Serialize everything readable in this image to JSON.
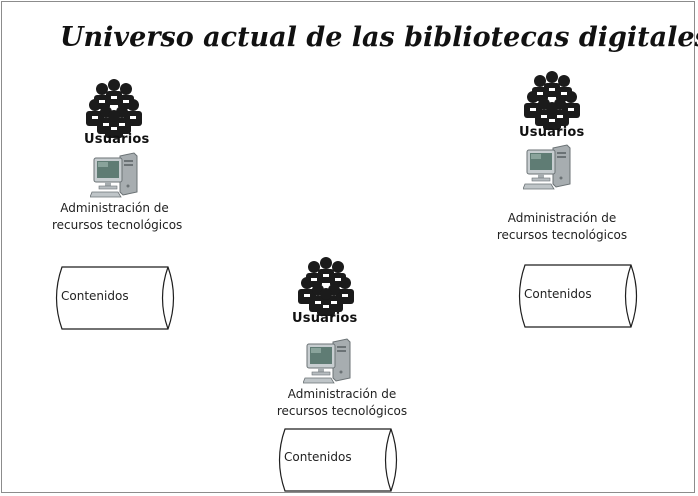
{
  "diagram": {
    "title": "Universo actual de las bibliotecas digitales",
    "clusters": [
      {
        "users_label": "Usuarios",
        "admin_label_line1": "Administración de",
        "admin_label_line2": "recursos tecnológicos",
        "content_label": "Contenidos"
      },
      {
        "users_label": "Usuarios",
        "admin_label_line1": "Administración de",
        "admin_label_line2": "recursos tecnológicos",
        "content_label": "Contenidos"
      },
      {
        "users_label": "Usuarios",
        "admin_label_line1": "Administración de",
        "admin_label_line2": "recursos tecnológicos",
        "content_label": "Contenidos"
      }
    ],
    "icons": {
      "users": "users-group-icon",
      "computer": "computer-workstation-icon",
      "storage": "database-storage-icon"
    },
    "colors": {
      "frame": "#8c8c8c",
      "figure": "#1b1b1b",
      "monitor": "#bfc5c8",
      "screen": "#5f7c74"
    }
  }
}
